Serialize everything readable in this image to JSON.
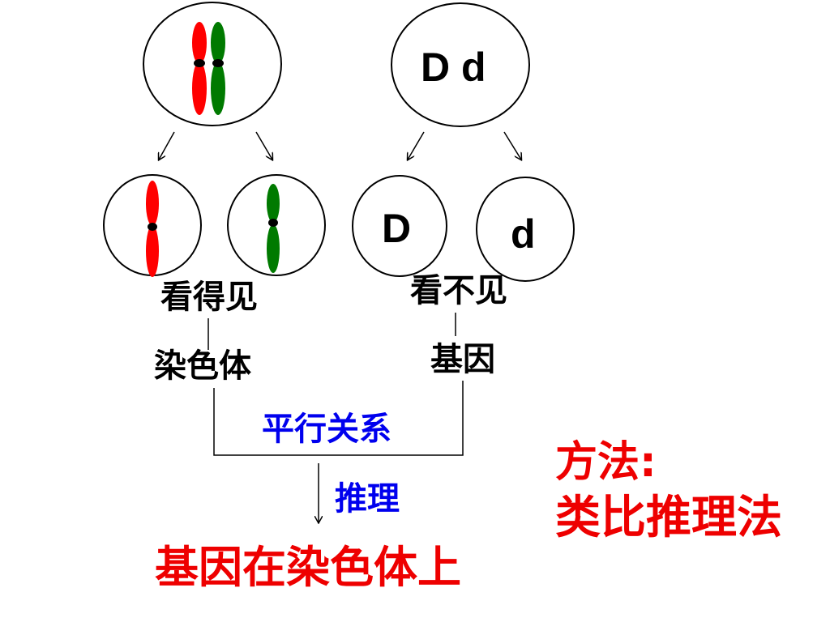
{
  "parent_gene_label": "D d",
  "child_gene_left": "D",
  "child_gene_right": "d",
  "visible_label": "看得见",
  "invisible_label": "看不见",
  "chromosome_label": "染色体",
  "gene_label": "基因",
  "parallel_label": "平行关系",
  "inference_label": "推理",
  "conclusion_label": "基因在染色体上",
  "method_title": "方法:",
  "method_name": "类比推理法",
  "colors": {
    "chromatid_red": "#ff0000",
    "chromatid_green": "#007a00",
    "blue_text": "#0000ee",
    "red_text": "#ee0000"
  }
}
